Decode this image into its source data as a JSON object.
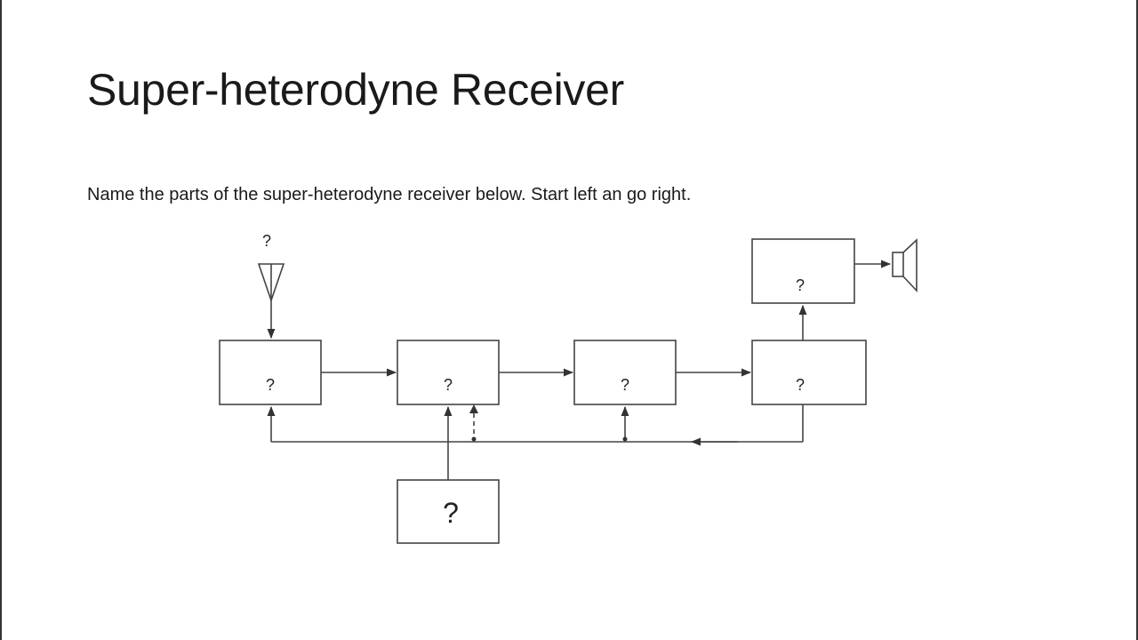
{
  "slide": {
    "title": "Super-heterodyne Receiver",
    "prompt": "Name the parts of the super-heterodyne receiver below. Start left an go right."
  },
  "diagram": {
    "antenna_label": "?",
    "blocks": [
      {
        "id": "block-1",
        "label": "?"
      },
      {
        "id": "block-2",
        "label": "?"
      },
      {
        "id": "block-3",
        "label": "?"
      },
      {
        "id": "block-4",
        "label": "?"
      },
      {
        "id": "block-5",
        "label": "?"
      },
      {
        "id": "block-6",
        "label": "?"
      }
    ]
  },
  "colors": {
    "line": "#444444",
    "text": "#1a1a1a",
    "background": "#ffffff"
  },
  "icons": [
    "antenna-icon",
    "speaker-icon"
  ]
}
